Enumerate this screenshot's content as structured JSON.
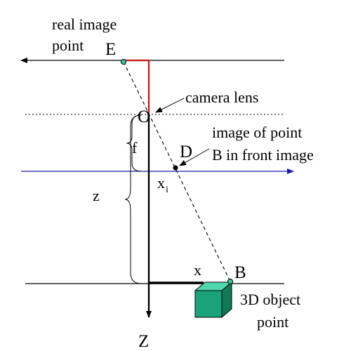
{
  "labels": {
    "real_image_point_line1": "real image",
    "real_image_point_line2": "point",
    "point_e": "E",
    "point_o": "O",
    "camera_lens": "camera lens",
    "focal_f": "f",
    "point_d": "D",
    "image_of_point_line1": "image of point",
    "image_of_point_line2": "B in front image",
    "xi_base": "x",
    "xi_sub": "i",
    "depth_z": "z",
    "distance_x": "x",
    "point_b": "B",
    "object_point_line1": "3D object",
    "object_point_line2": "point",
    "axis_z": "Z"
  },
  "colors": {
    "image_plane_line": "#1a1aa6",
    "real_image_segment": "#cc1111",
    "point_marker_fill": "#33c49a",
    "cube_front": "#1aa37a",
    "cube_top": "#4fd6aa",
    "cube_side": "#0e7a58"
  }
}
